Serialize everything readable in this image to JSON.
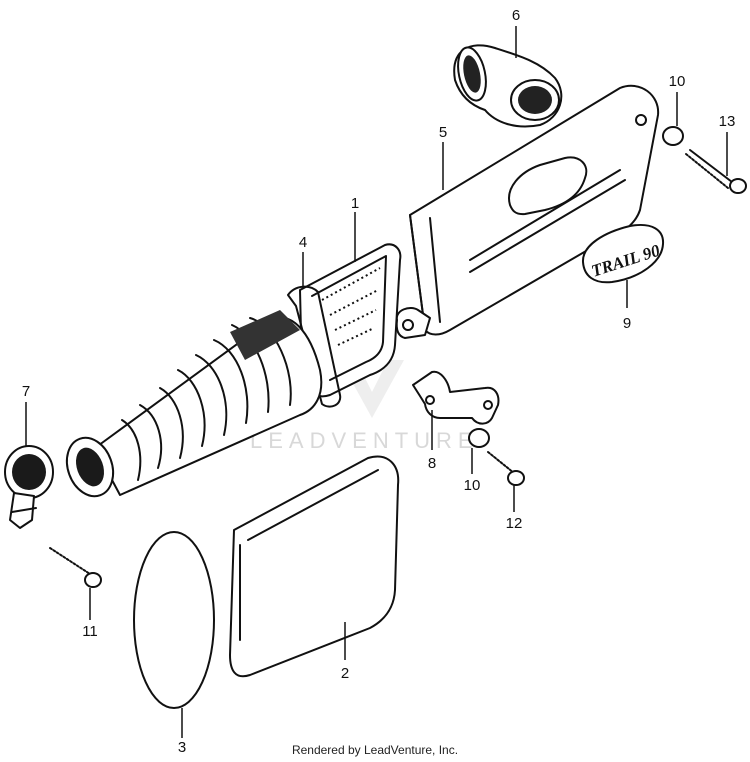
{
  "diagram": {
    "callouts": [
      "1",
      "2",
      "3",
      "4",
      "5",
      "6",
      "7",
      "8",
      "9",
      "10",
      "10",
      "11",
      "12",
      "13"
    ],
    "badge_text": "TRAIL 90",
    "watermark": "LEADVENTURE",
    "footer": "Rendered by LeadVenture, Inc."
  }
}
